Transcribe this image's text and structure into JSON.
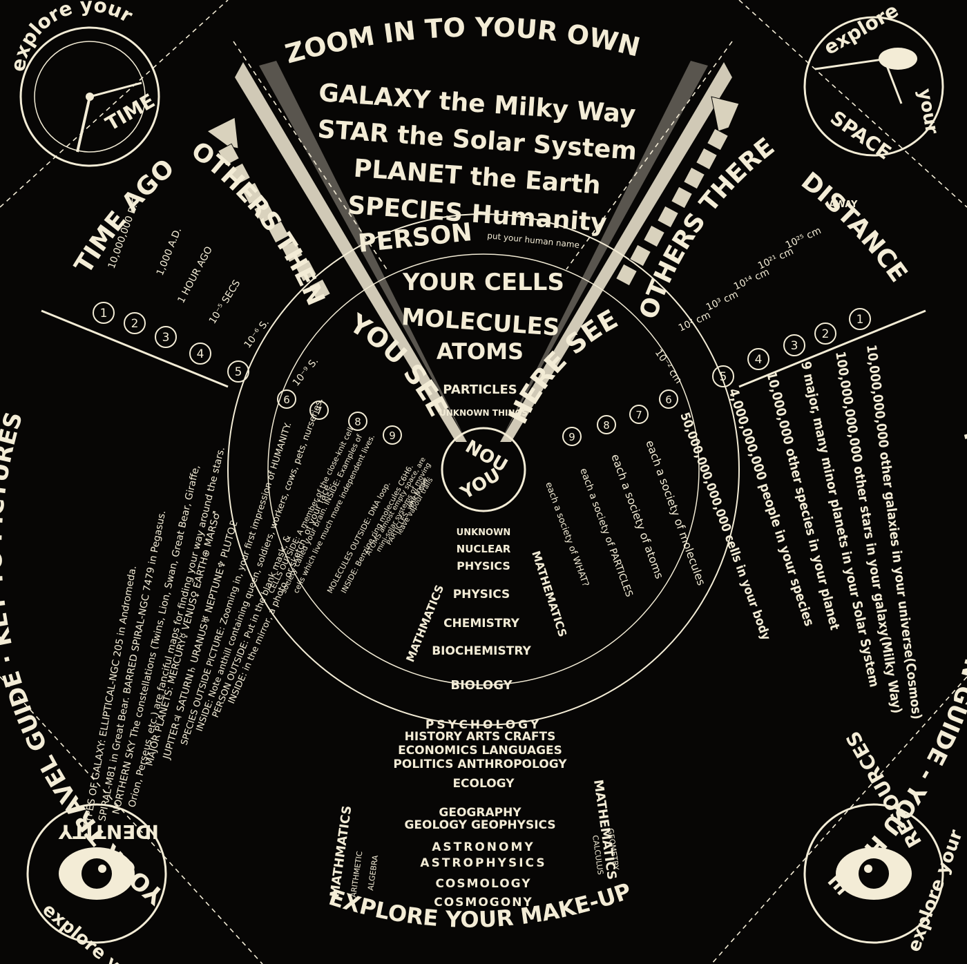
{
  "zoom": {
    "heading": "ZOOM IN TO YOUR OWN",
    "lines": [
      "GALAXY the Milky Way",
      "STAR the Solar System",
      "PLANET the Earth",
      "SPECIES Humanity",
      "PERSON"
    ],
    "name_hint": "put your human name"
  },
  "inner_zoom": {
    "lines": [
      "YOUR CELLS",
      "MOLECULES",
      "ATOMS",
      "PARTICLES"
    ],
    "unknown": "UNKNOWN THINGS",
    "center_top": "NOU",
    "center_bottom": "YOU"
  },
  "left_fan": {
    "outer": "TIME AGO",
    "inner": "OTHERS THEN",
    "core": "YOU SEE"
  },
  "right_fan": {
    "outer": "DISTANCE",
    "outer_sub": "AWAY",
    "inner": "OTHERS THERE",
    "core": "HERE SEE"
  },
  "time_values": [
    {
      "n": "1",
      "label": "10,000,000 B.C."
    },
    {
      "n": "2",
      "label": "1,000 A.D."
    },
    {
      "n": "3",
      "label": "1 HOUR AGO"
    },
    {
      "n": "4",
      "label": "10⁻⁵ SECS"
    },
    {
      "n": "5",
      "label": "10⁻⁶ S."
    },
    {
      "n": "6",
      "label": "10⁻⁹ S."
    },
    {
      "n": "7",
      "label": ""
    },
    {
      "n": "8",
      "label": ""
    },
    {
      "n": "9",
      "label": ""
    }
  ],
  "distance_values": [
    {
      "n": "1",
      "label": "10²⁵ cm"
    },
    {
      "n": "2",
      "label": "10²¹ cm"
    },
    {
      "n": "3",
      "label": "10¹⁴ cm"
    },
    {
      "n": "4",
      "label": "10³ cm"
    },
    {
      "n": "5",
      "label": "10² cm"
    },
    {
      "n": "6",
      "label": "10⁻² cm"
    },
    {
      "n": "7",
      "label": ""
    },
    {
      "n": "8",
      "label": ""
    },
    {
      "n": "9",
      "label": ""
    }
  ],
  "population_guide": {
    "title": "YOUR POPULATION GUIDE - YOU HAVE",
    "rows": [
      "10,000,000,000 other galaxies in your universe(Cosmos)",
      "100,000,000,000 other stars in your galaxy(Milky Way)",
      "9 major, many minor planets in your Solar System",
      "10,000,000 other species in your planet",
      "4,000,000,000 people in your species",
      "50,000,000,000,000 cells in your body",
      "each a society of molecules",
      "each a society of atoms",
      "each a society of PARTICLES",
      "each a society of WHAT?"
    ]
  },
  "key_to_pictures": {
    "title": "YOUR TRAVEL GUIDE · KEY TO PICTURES",
    "rows": [
      "TYPES OF GALAXY: ELLIPTICAL-NGC 205 in Andromeda.",
      "SPIRAL-M81 in Great Bear. BARRED SPIRAL-NGC 7479 in Pegasus.",
      "NORTHERN SKY The constellations (Twins, Lion, Swan, Great Bear, Giraffe,",
      "Orion, Perseus, etc.) are fanciful maps for finding your way around the stars.",
      "MAJOR PLANETS: MERCURY☿ VENUS♀ EARTH⊕ MARS♂",
      "JUPITER♃ SATURN♄ URANUS♅ NEPTUNE♆ PLUTO♇",
      "SPECIES OUTSIDE PICTURE: Zooming in, your first impression of HUMANITY.",
      "INSIDE: Note anthill containing queen, soldiers, workers, cows, pets, nurseries.",
      "PERSON OUTSIDE: Put in the blank mask, &",
      "INSIDE: in the mirror, a photo, or sketch, of your face.",
      "CELLS OUTSIDE: A member of the close-knit cell",
      "society called your brain. INSIDE: Examples of",
      "cells which live much more independent lives.",
      "MOLECULES OUTSIDE: DNA loop.",
      "INSIDE: Benzine ring molecules C6H6.",
      "ATOMS almost empty space, are",
      "mini-solar systems of moving",
      "PARTICLES, which can",
      "leave vapour trails",
      "like these."
    ]
  },
  "makeup": {
    "title": "EXPLORE YOUR MAKE-UP",
    "core": [
      "UNKNOWN",
      "NUCLEAR",
      "PHYSICS",
      "PHYSICS",
      "CHEMISTRY",
      "BIOCHEMISTRY",
      "BIOLOGY"
    ],
    "sciences": [
      "PSYCHOLOGY",
      "HISTORY ARTS CRAFTS",
      "ECONOMICS LANGUAGES",
      "POLITICS ANTHROPOLOGY",
      "ECOLOGY",
      "GEOGRAPHY",
      "GEOLOGY GEOPHYSICS",
      "ASTRONOMY",
      "ASTROPHYSICS",
      "COSMOLOGY",
      "COSMOGONY"
    ],
    "math_left": "MATHMATICS",
    "math_right": "MATHEMATICS",
    "left_sub": [
      "ARITHMETIC",
      "ALGEBRA"
    ],
    "right_sub": [
      "GEOMETRY",
      "CALCULUS"
    ]
  },
  "corners": {
    "top_left": {
      "line1": "explore your",
      "line2": "TIME"
    },
    "top_right": {
      "line1": "explore",
      "line2": "SPACE",
      "line3": "your"
    },
    "bottom_left": {
      "line1": "explore your",
      "line2": "IDENTITY"
    },
    "bottom_right": {
      "line1": "explore your",
      "line2": "RESOURCES"
    }
  }
}
